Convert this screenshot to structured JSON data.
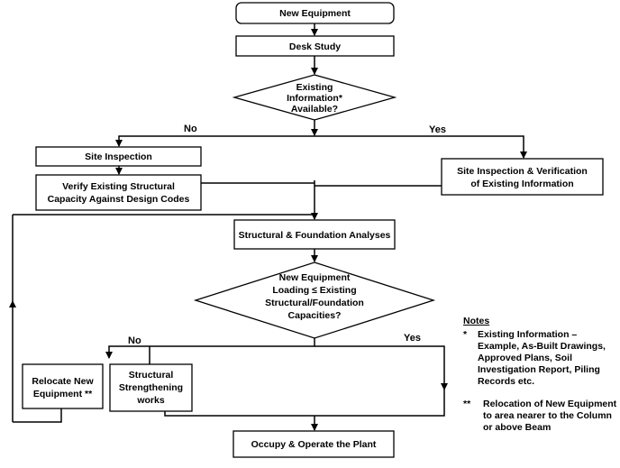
{
  "nodes": {
    "new_equipment": "New Equipment",
    "desk_study": "Desk Study",
    "existing_info": [
      "Existing",
      "Information*",
      "Available?"
    ],
    "site_inspection": "Site Inspection",
    "verify_capacity": [
      "Verify Existing Structural",
      "Capacity Against Design Codes"
    ],
    "site_inspection_verification": [
      "Site Inspection & Verification",
      "of Existing Information"
    ],
    "structural_foundation_analyses": "Structural & Foundation Analyses",
    "loading_decision": [
      "New Equipment",
      "Loading ≤ Existing",
      "Structural/Foundation",
      "Capacities?"
    ],
    "relocate": [
      "Relocate New",
      "Equipment **"
    ],
    "strengthening": [
      "Structural",
      "Strengthening",
      "works"
    ],
    "occupy": "Occupy & Operate the Plant"
  },
  "edge_labels": {
    "no_1": "No",
    "yes_1": "Yes",
    "no_2": "No",
    "yes_2": "Yes"
  },
  "notes": {
    "title": "Notes",
    "items": [
      {
        "mark": "*",
        "text": "Existing Information – Example, As-Built Drawings, Approved Plans, Soil Investigation Report, Piling Records etc."
      },
      {
        "mark": "**",
        "text": "Relocation of New Equipment to area nearer to the Column or above Beam"
      }
    ]
  }
}
